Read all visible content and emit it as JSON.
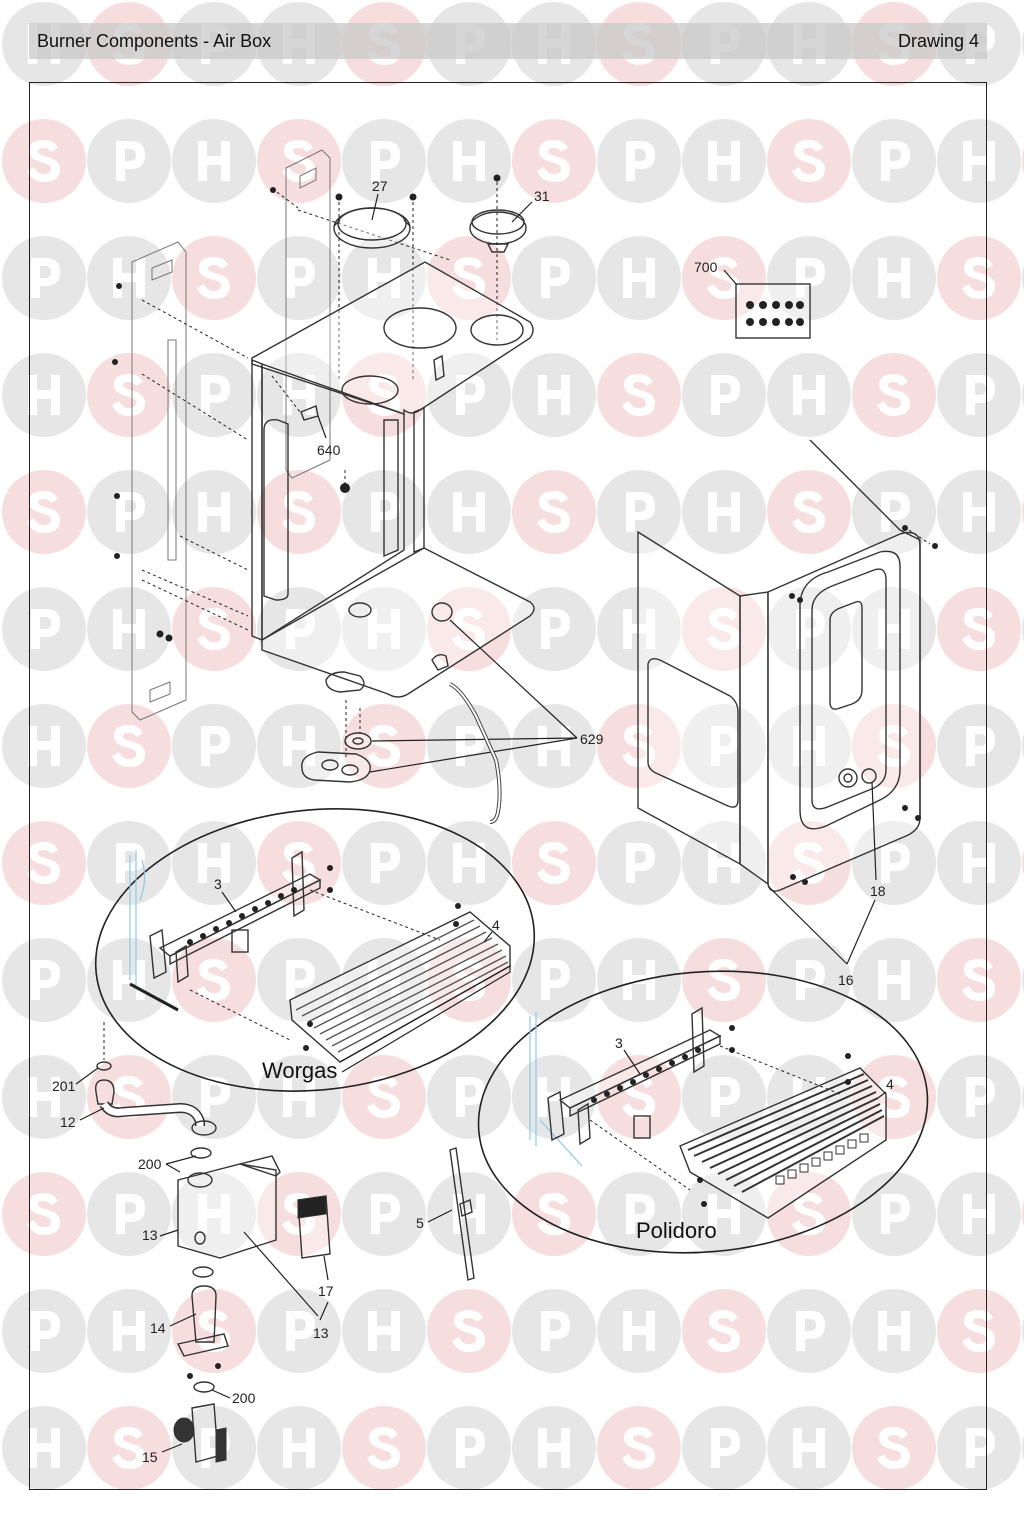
{
  "header": {
    "title": "Burner Components - Air Box",
    "drawing": "Drawing 4"
  },
  "watermark": {
    "letters": [
      "H",
      "S",
      "P"
    ],
    "colors": {
      "grey": "#e6e6e6",
      "pink": "#f6dede"
    }
  },
  "callouts": {
    "c27": "27",
    "c31": "31",
    "c700": "700",
    "c640": "640",
    "c629": "629",
    "c18": "18",
    "c16": "16",
    "c3_worgas": "3",
    "c4_worgas": "4",
    "c3_polidoro": "3",
    "c4_polidoro": "4",
    "c201": "201",
    "c12": "12",
    "c200_top": "200",
    "c13_left": "13",
    "c5": "5",
    "c17": "17",
    "c13_bottom": "13",
    "c14": "14",
    "c200_bottom": "200",
    "c15": "15"
  },
  "variants": {
    "worgas": "Worgas",
    "polidoro": "Polidoro"
  }
}
